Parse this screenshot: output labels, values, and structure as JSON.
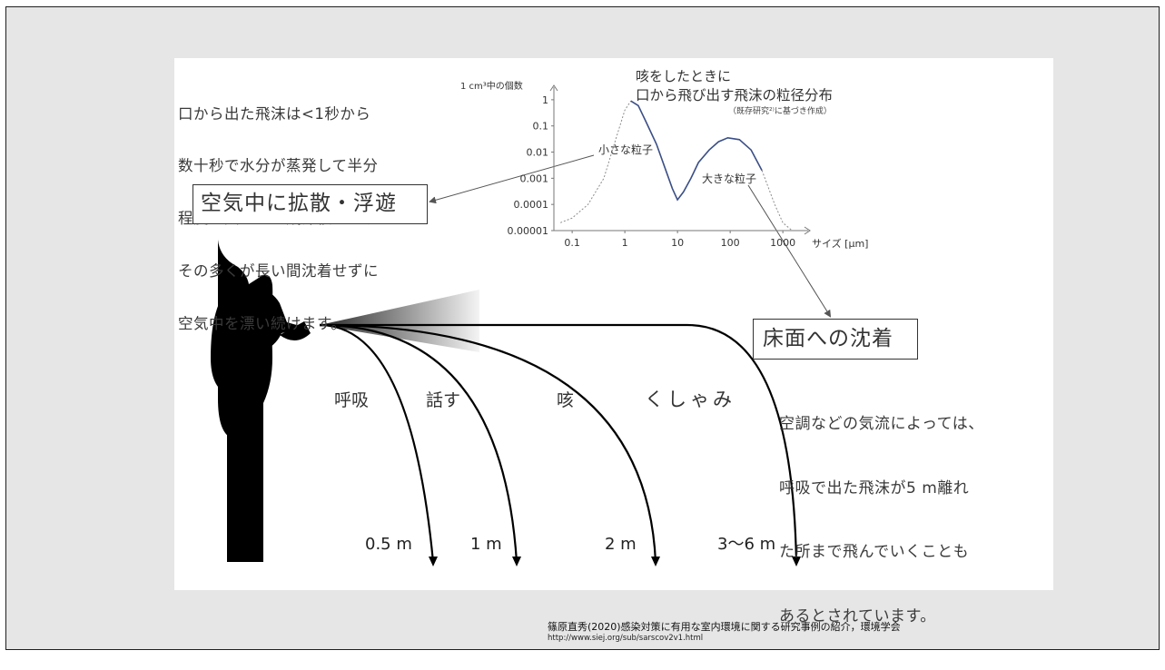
{
  "slide": {
    "description_left": [
      "口から出た飛沫は<1秒から",
      "数十秒で水分が蒸発して半分",
      "程度の大きさの飛沫核となり、",
      "その多くが長い間沈着せずに",
      "空気中を漂い続けます。"
    ],
    "box_airborne": "空気中に拡散・浮遊",
    "box_floor": "床面への沈着",
    "description_right": [
      "空調などの気流によっては、",
      "呼吸で出た飛沫が5 m離れ",
      "た所まで飛んでいくことも",
      "あるとされています。"
    ],
    "actions": [
      "呼吸",
      "話す",
      "咳",
      "くしゃみ"
    ],
    "distances": [
      "0.5 m",
      "1 m",
      "2 m",
      "3～6 m"
    ],
    "citation": "篠原直秀(2020)感染対策に有用な室内環境に関する研究事例の紹介，環境学会",
    "citation_url": "http://www.siej.org/sub/sarscov2v1.html"
  },
  "chart_data": {
    "type": "line",
    "title": "咳をしたときに",
    "title2": "口から飛び出す飛沫の粒径分布",
    "subtitle": "（既存研究²⁾に基づき作成）",
    "ylabel": "1 cm³中の個数",
    "xlabel": "サイズ [μm]",
    "x_scale": "log",
    "y_scale": "log",
    "xticks": [
      "0.1",
      "1",
      "10",
      "100",
      "1000"
    ],
    "yticks": [
      "1",
      "0.1",
      "0.01",
      "0.001",
      "0.0001",
      "0.00001"
    ],
    "annotation_small": "小さな粒子",
    "annotation_large": "大きな粒子",
    "series": [
      {
        "x": [
          0.06,
          0.1,
          0.2,
          0.4,
          0.7,
          1.0,
          1.3,
          1.8,
          2.5,
          4,
          6,
          8,
          10,
          13,
          18,
          25,
          40,
          60,
          90,
          150,
          250,
          400,
          700,
          1000,
          1500
        ],
        "y": [
          2e-05,
          3e-05,
          0.0001,
          0.001,
          0.04,
          0.4,
          0.9,
          0.6,
          0.15,
          0.02,
          0.002,
          0.0004,
          0.00015,
          0.0003,
          0.001,
          0.004,
          0.012,
          0.025,
          0.035,
          0.03,
          0.012,
          0.002,
          0.0001,
          2e-05,
          1e-05
        ]
      }
    ]
  }
}
